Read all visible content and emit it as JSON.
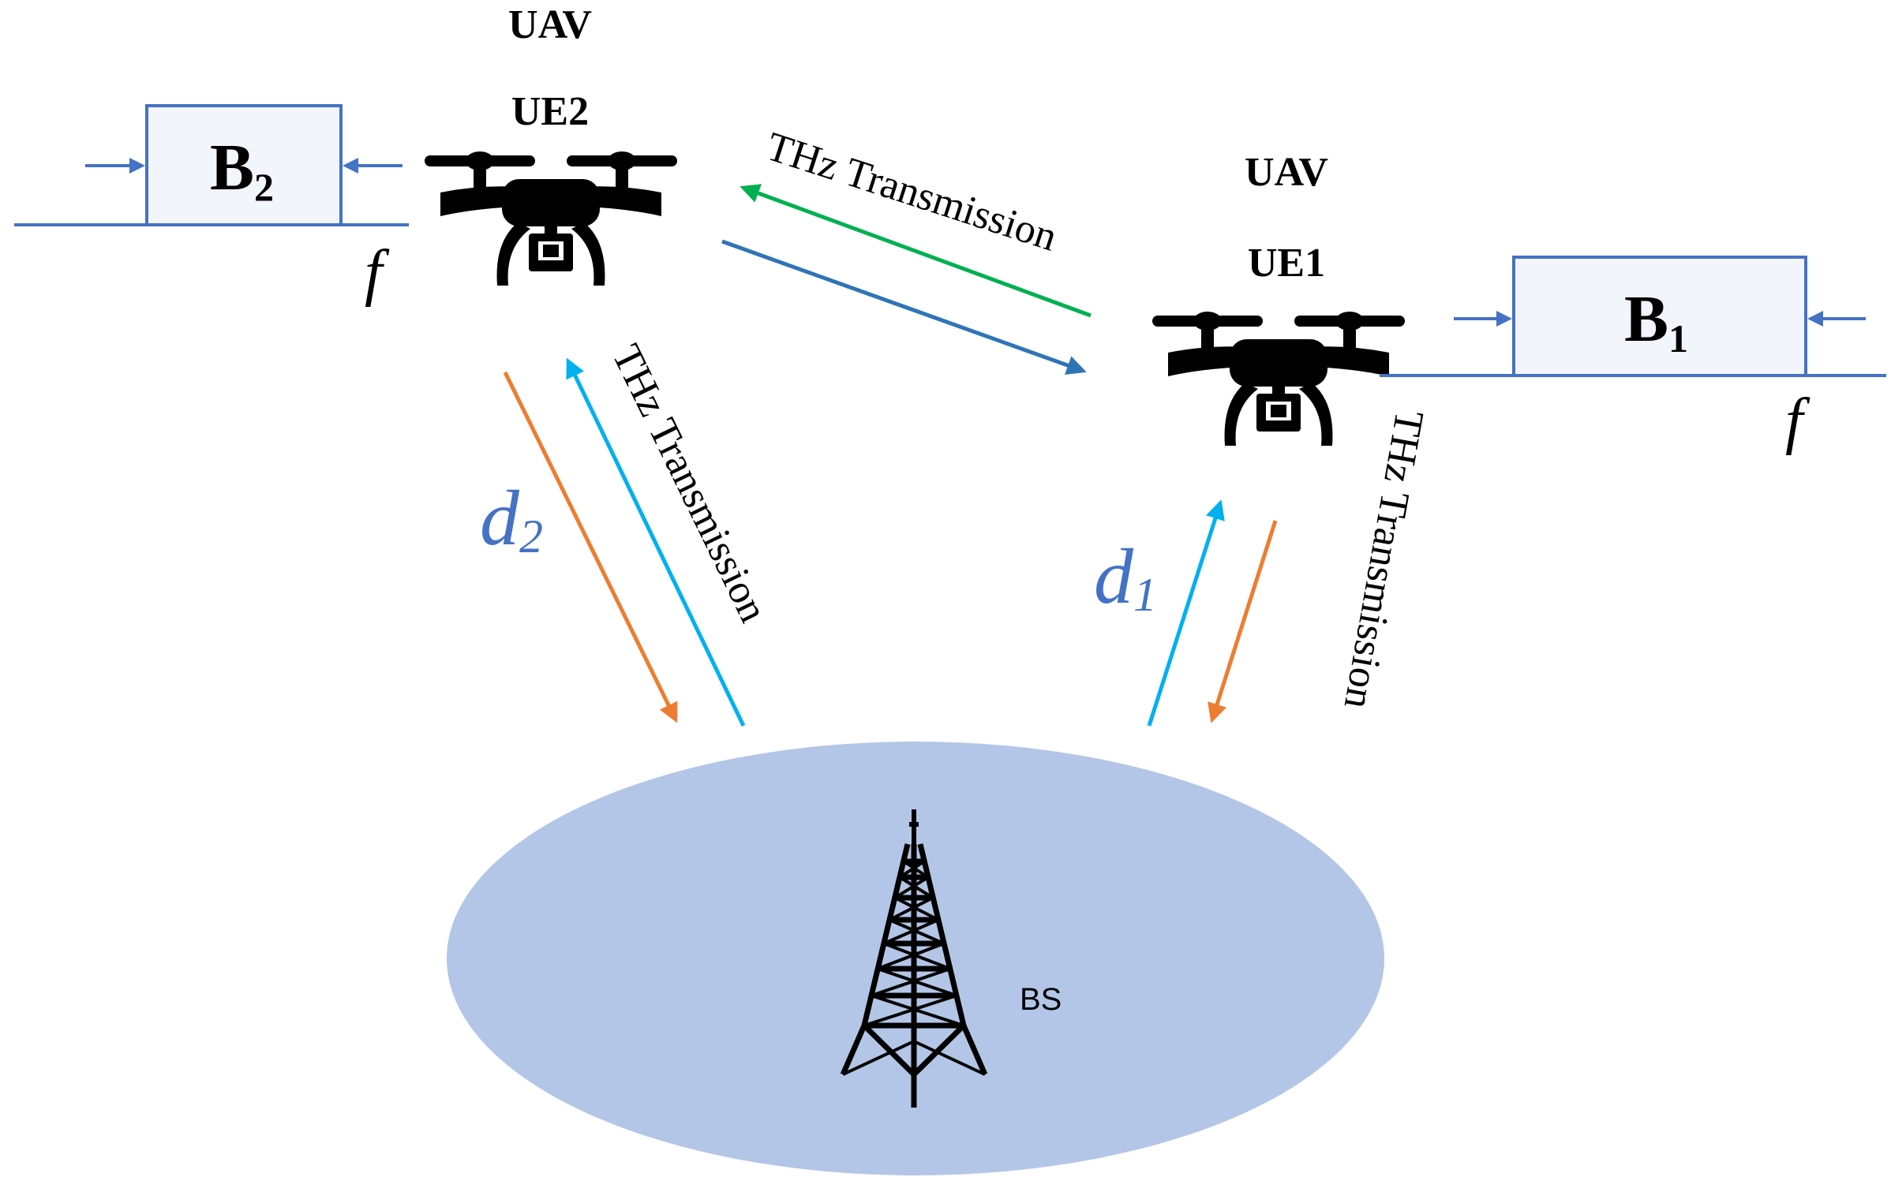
{
  "colors": {
    "blue_line": "#4472C4",
    "ellipse_fill": "#B4C6E7",
    "orange": "#ED7D31",
    "cyan": "#00B0F0",
    "green": "#00B050",
    "steel_blue": "#2E75B6",
    "box_fill": "#F2F5FB"
  },
  "icons": {
    "drone": "drone-icon",
    "tower": "tower-icon"
  },
  "ue2": {
    "title": "UAV",
    "name": "UE2",
    "band": "B",
    "band_sub": "2",
    "freq": "f"
  },
  "ue1": {
    "title": "UAV",
    "name": "UE1",
    "band": "B",
    "band_sub": "1",
    "freq": "f"
  },
  "links": {
    "top_label": "THz Transmission",
    "left_label": "THz Transmission",
    "right_label": "THz Transmission",
    "d2_symbol": "d",
    "d2_sub": "2",
    "d1_symbol": "d",
    "d1_sub": "1"
  },
  "bs": {
    "label": "BS"
  }
}
